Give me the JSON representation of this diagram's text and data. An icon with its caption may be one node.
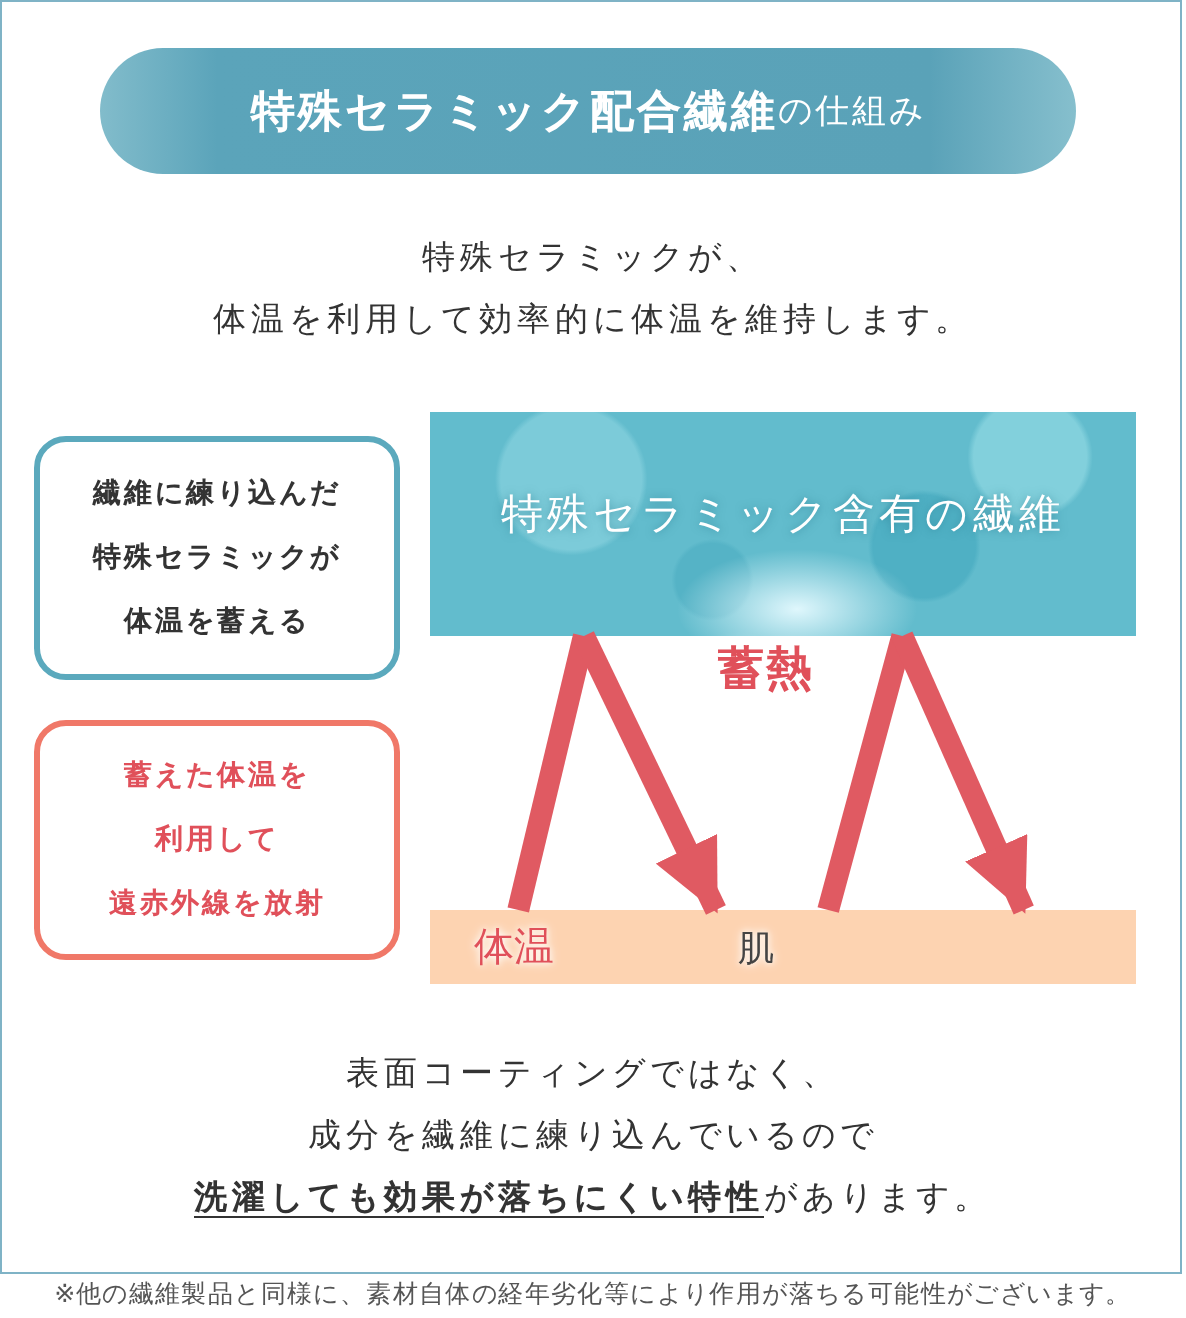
{
  "diagram": {
    "title": "**特殊セラミック配合繊維** の仕組み",
    "nodes": [
      {
        "text": [
          "繊維に練り込んだ特殊セラミックが体温を蓄える"
        ]
      },
      {
        "text": [
          "蓄えた体温を利用して遠赤外線を放射"
        ]
      },
      {
        "text": [
          "特殊セラミック含有の繊維"
        ]
      },
      {
        "text": [
          "体温",
          "肌"
        ]
      }
    ],
    "edges": [
      {
        "from": 3,
        "to": 2,
        "arrow": "none"
      },
      {
        "from": 2,
        "to": 3,
        "arrow": "to"
      },
      {
        "from": 3,
        "to": 2,
        "arrow": "none"
      },
      {
        "from": 2,
        "to": 3,
        "arrow": "to"
      }
    ],
    "labels": [
      "特殊セラミックが、体温を利用して効率的に体温を維持します。",
      "蓄熱",
      "表面コーティングではなく、成分を繊維に練り込んでいるので**洗濯しても効果が落ちにくい特性**があります。",
      "※他の繊維製品と同様に、素材自体の経年劣化等により作用が落ちる可能性がございます。"
    ]
  }
}
